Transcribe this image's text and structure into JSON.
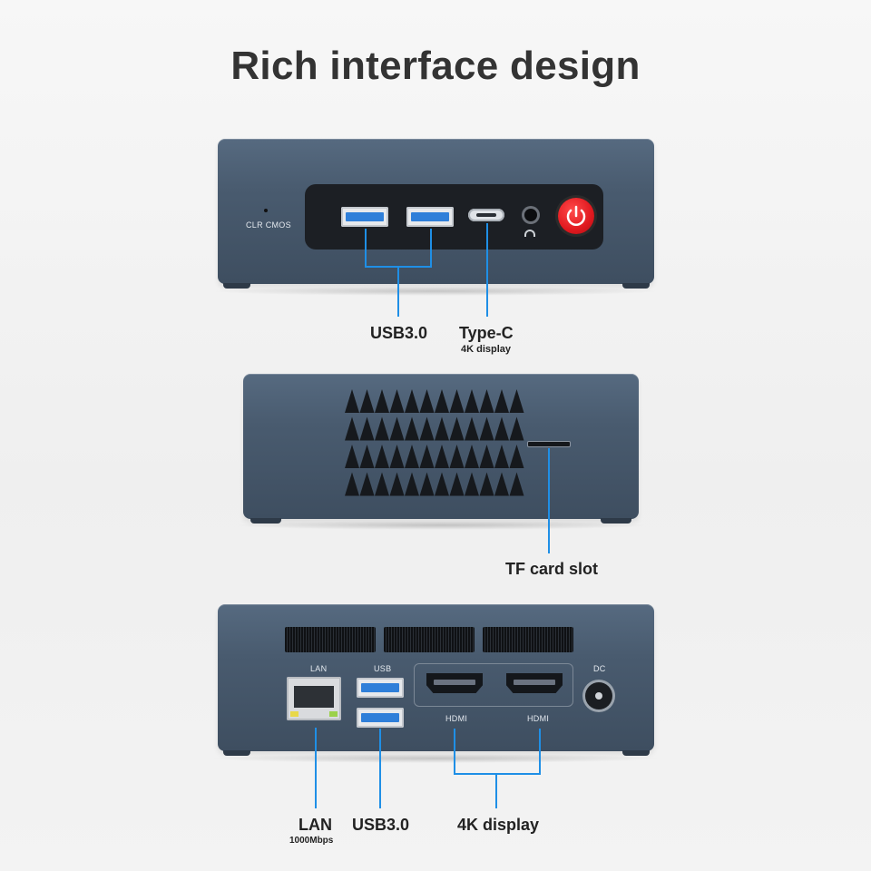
{
  "title": "Rich interface design",
  "front": {
    "clr_cmos": "CLR  CMOS",
    "callouts": {
      "usb": "USB3.0",
      "typec": "Type-C",
      "typec_sub": "4K display"
    }
  },
  "side": {
    "callouts": {
      "tf": "TF card slot"
    }
  },
  "rear": {
    "port_labels": {
      "lan": "LAN",
      "usb": "USB",
      "hdmi1": "HDMI",
      "hdmi2": "HDMI",
      "dc": "DC"
    },
    "callouts": {
      "lan": "LAN",
      "lan_sub": "1000Mbps",
      "usb": "USB3.0",
      "display": "4K display"
    }
  },
  "colors": {
    "accent": "#1f8fe6",
    "body": "#4a5c70",
    "power": "#e0191f"
  }
}
